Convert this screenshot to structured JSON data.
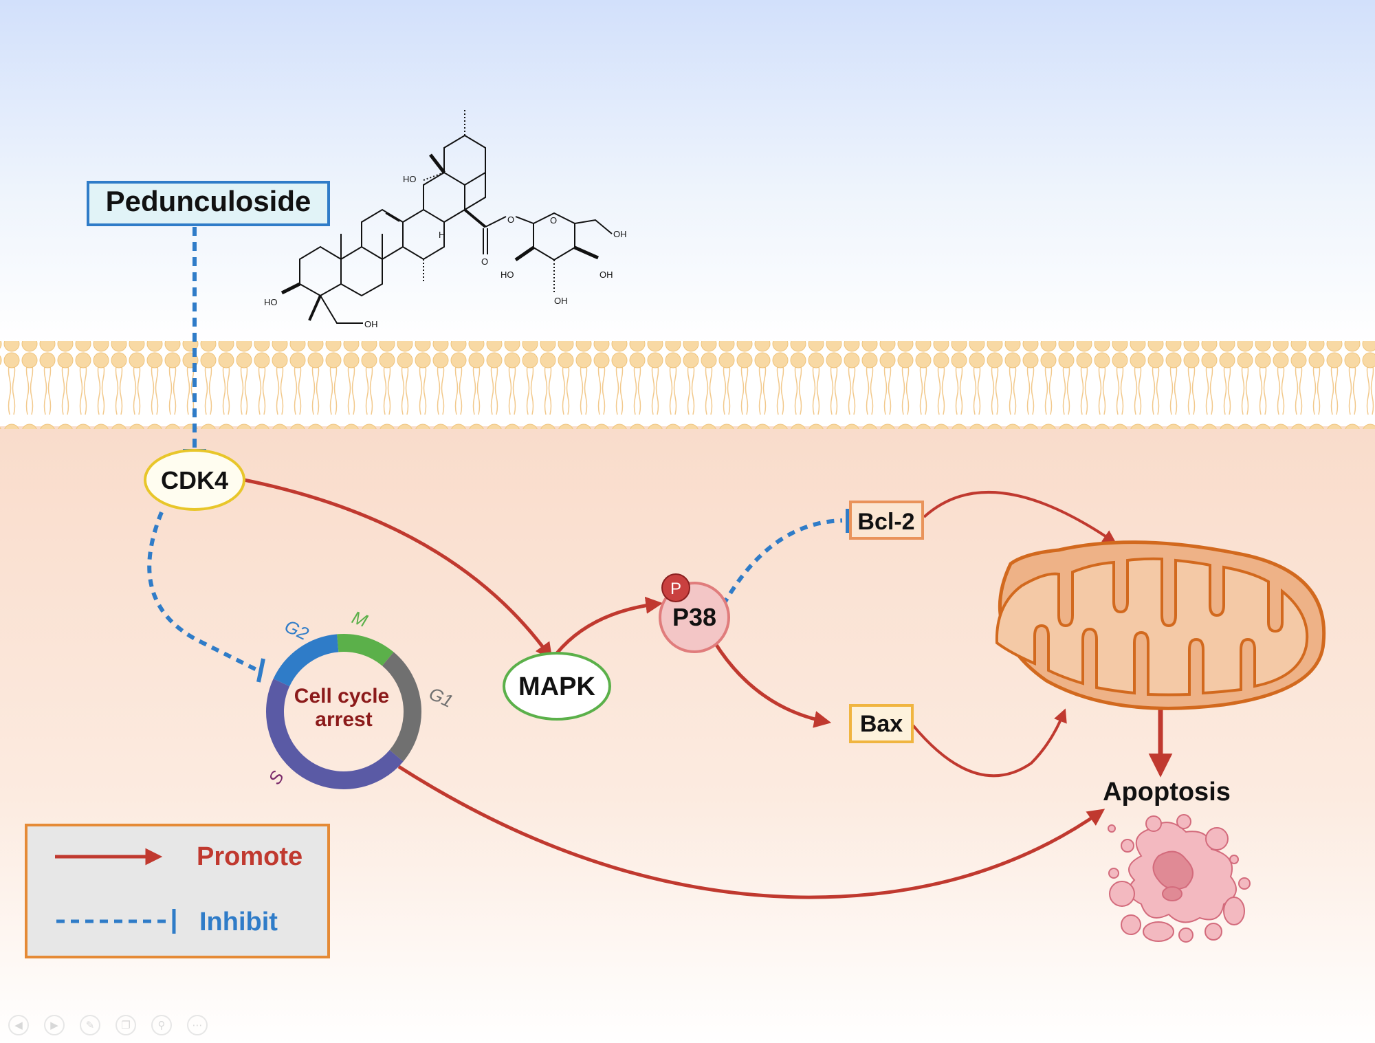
{
  "drug": {
    "name": "Pedunculoside"
  },
  "nodes": {
    "cdk4": "CDK4",
    "mapk": "MAPK",
    "p38": "P38",
    "p38_phospho": "P",
    "bcl2": "Bcl-2",
    "bax": "Bax",
    "apoptosis": "Apoptosis",
    "cell_cycle": {
      "line1": "Cell cycle",
      "line2": "arrest"
    }
  },
  "cell_cycle_phases": [
    {
      "label": "G2",
      "color": "#2f7cc8"
    },
    {
      "label": "M",
      "color": "#5bb04a"
    },
    {
      "label": "G1",
      "color": "#707070"
    },
    {
      "label": "S",
      "color": "#5a5aa5"
    }
  ],
  "structure_labels": {
    "ho_top": "HO",
    "h": "H",
    "ho_left": "HO",
    "oh_bottom": "OH",
    "o_ester": "O",
    "o_carbonyl": "O",
    "o_ring": "O",
    "oh_right": "OH",
    "ho_sugar": "HO",
    "oh_sugar_bottom": "OH",
    "oh_sugar_right": "OH"
  },
  "legend": {
    "promote": "Promote",
    "inhibit": "Inhibit"
  },
  "colors": {
    "promote": "#c0392f",
    "inhibit": "#2f7cc8",
    "mitochondria": "#e9b089",
    "mitochondria_stroke": "#d2691e",
    "membrane": "#f3d5a0",
    "sky_top": "#d2e0fb",
    "cytoplasm": "#f9dfd0"
  },
  "toolbar": [
    "prev-icon",
    "next-icon",
    "pen-icon",
    "copy-icon",
    "zoom-icon",
    "more-icon"
  ]
}
